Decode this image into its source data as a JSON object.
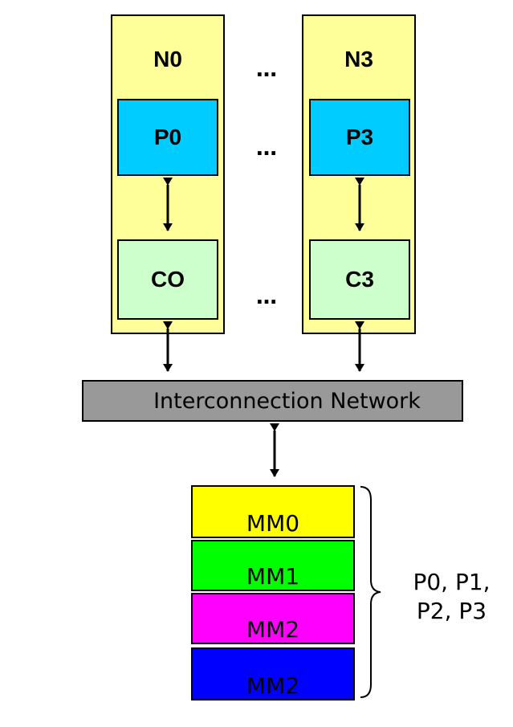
{
  "nodes": [
    {
      "label": "N0",
      "processor": "P0",
      "cache": "CO"
    },
    {
      "label": "N3",
      "processor": "P3",
      "cache": "C3"
    }
  ],
  "ellipsis": "…",
  "network": {
    "label": "Interconnection  Network"
  },
  "memory_modules": [
    {
      "label": "MM0",
      "color": "#ffff00"
    },
    {
      "label": "MM1",
      "color": "#00ff00"
    },
    {
      "label": "MM2",
      "color": "#ff00ff"
    },
    {
      "label": "MM2",
      "color": "#0000ff"
    }
  ],
  "memory_owners": {
    "line1": "P0, P1,",
    "line2": "P2, P3"
  }
}
